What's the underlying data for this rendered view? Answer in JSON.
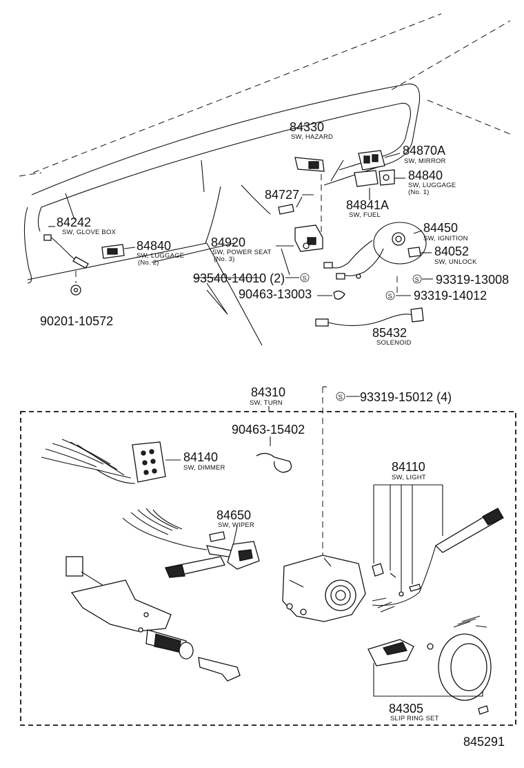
{
  "diagram_id": "845291",
  "parts": {
    "p84330": {
      "number": "84330",
      "desc": "SW, HAZARD"
    },
    "p84870A": {
      "number": "84870A",
      "desc": "SW, MIRROR"
    },
    "p84840a": {
      "number": "84840",
      "desc": "SW, LUGGAGE",
      "desc2": "(No. 1)"
    },
    "p84727": {
      "number": "84727"
    },
    "p84841A": {
      "number": "84841A",
      "desc": "SW, FUEL"
    },
    "p84242": {
      "number": "84242",
      "desc": "SW, GLOVE BOX"
    },
    "p84840b": {
      "number": "84840",
      "desc": "SW, LUGGAGE",
      "desc2": "(No. 2)"
    },
    "p84920": {
      "number": "84920",
      "desc": "SW, POWER SEAT",
      "desc2": "(No. 3)"
    },
    "p84450": {
      "number": "84450",
      "desc": "SW, IGNITION"
    },
    "p84052": {
      "number": "84052",
      "desc": "SW, UNLOCK"
    },
    "p93319_13008": {
      "number": "93319-13008",
      "symbol": "S"
    },
    "p93540": {
      "number": "93540-14010 (2)",
      "symbol": "S"
    },
    "p90463_13003": {
      "number": "90463-13003"
    },
    "p93319_14012": {
      "number": "93319-14012",
      "symbol": "S"
    },
    "p90201": {
      "number": "90201-10572"
    },
    "p85432": {
      "number": "85432",
      "desc": "SOLENOID"
    },
    "p84310": {
      "number": "84310",
      "desc": "SW, TURN"
    },
    "p93319_15012": {
      "number": "93319-15012 (4)",
      "symbol": "S"
    },
    "p90463_15402": {
      "number": "90463-15402"
    },
    "p84140": {
      "number": "84140",
      "desc": "SW, DIMMER"
    },
    "p84110": {
      "number": "84110",
      "desc": "SW, LIGHT"
    },
    "p84650": {
      "number": "84650",
      "desc": "SW, WIPER"
    },
    "p84305": {
      "number": "84305",
      "desc": "SLIP RING SET"
    }
  }
}
